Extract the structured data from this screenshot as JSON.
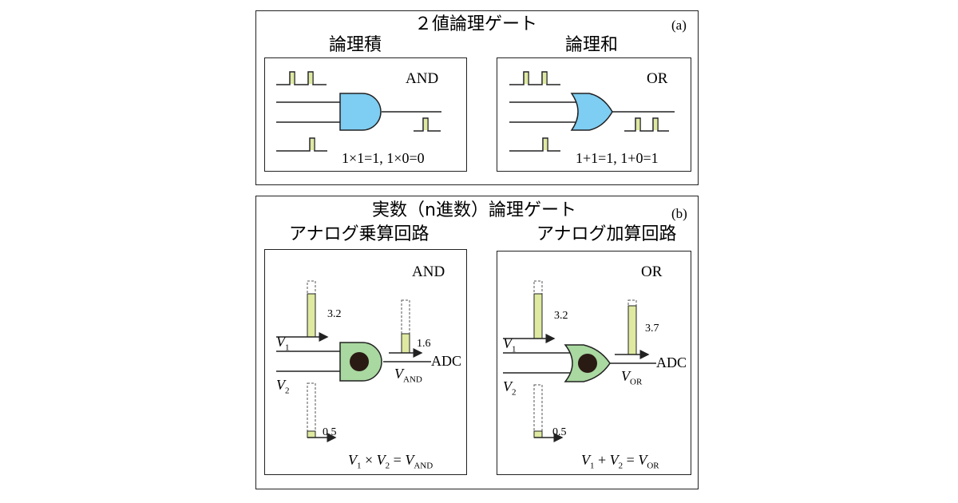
{
  "panel_a": {
    "title": "２値論理ゲート",
    "tag": "(a)",
    "left": {
      "heading": "論理積",
      "gate": "AND",
      "equation": "1×1=1, 1×0=0",
      "gate_color": "#7ecdf2"
    },
    "right": {
      "heading": "論理和",
      "gate": "OR",
      "equation": "1+1=1, 1+0=1",
      "gate_color": "#7ecdf2"
    }
  },
  "panel_b": {
    "title": "実数（n進数）論理ゲート",
    "tag": "(b)",
    "left": {
      "heading": "アナログ乗算回路",
      "gate": "AND",
      "v1_value": "3.2",
      "v2_value": "0.5",
      "out_value": "1.6",
      "v1": "V",
      "v1_sub": "1",
      "v2": "V",
      "v2_sub": "2",
      "out": "V",
      "out_sub": "AND",
      "adc": "ADC",
      "equation": {
        "a": "V",
        "a_sub": "1",
        "op": " × ",
        "b": "V",
        "b_sub": "2",
        "eq": " = ",
        "c": "V",
        "c_sub": "AND"
      },
      "gate_color": "#a9d8a0"
    },
    "right": {
      "heading": "アナログ加算回路",
      "gate": "OR",
      "v1_value": "3.2",
      "v2_value": "0.5",
      "out_value": "3.7",
      "v1": "V",
      "v1_sub": "1",
      "v2": "V",
      "v2_sub": "2",
      "out": "V",
      "out_sub": "OR",
      "adc": "ADC",
      "equation": {
        "a": "V",
        "a_sub": "1",
        "op": " + ",
        "b": "V",
        "b_sub": "2",
        "eq": " = ",
        "c": "V",
        "c_sub": "OR"
      },
      "gate_color": "#a9d8a0"
    }
  },
  "colors": {
    "pulse": "#dfe9a0",
    "bar": "#dfe9a0",
    "dot": "#2a1a14"
  }
}
